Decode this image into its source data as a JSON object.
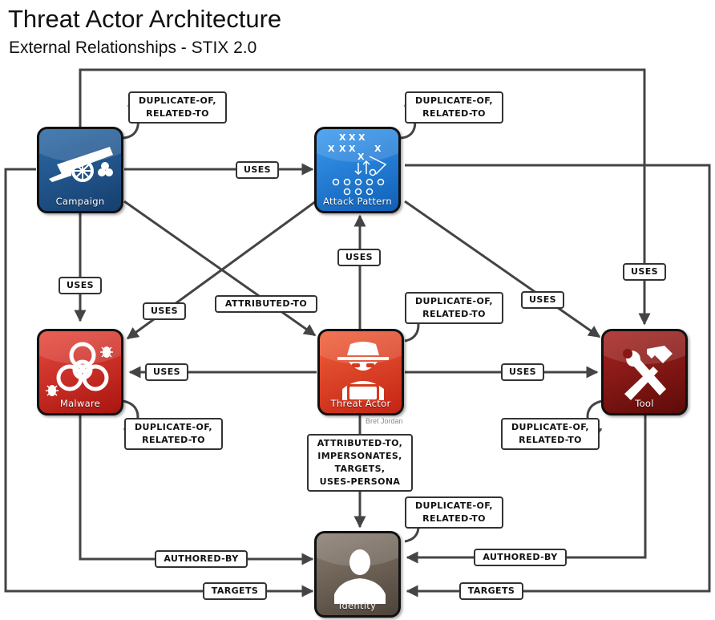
{
  "title": "Threat Actor Architecture",
  "subtitle": "External Relationships - STIX 2.0",
  "author": "Bret Jordan",
  "nodes": {
    "campaign": "Campaign",
    "attack_pattern": "Attack Pattern",
    "malware": "Malware",
    "threat_actor": "Threat Actor",
    "tool": "Tool",
    "identity": "Identity"
  },
  "relationships": {
    "dup_campaign": "DUPLICATE-OF,\nRELATED-TO",
    "dup_attack_pattern": "DUPLICATE-OF,\nRELATED-TO",
    "dup_threat_actor": "DUPLICATE-OF,\nRELATED-TO",
    "dup_malware": "DUPLICATE-OF,\nRELATED-TO",
    "dup_tool": "DUPLICATE-OF,\nRELATED-TO",
    "dup_identity": "DUPLICATE-OF,\nRELATED-TO",
    "campaign_uses_attack_pattern": "USES",
    "campaign_uses_malware": "USES",
    "attack_pattern_uses_malware": "USES",
    "campaign_attributed_to": "ATTRIBUTED-TO",
    "threat_actor_uses_attack_pattern": "USES",
    "attack_pattern_uses_tool": "USES",
    "campaign_uses_tool": "USES",
    "threat_actor_uses_malware": "USES",
    "threat_actor_uses_tool": "USES",
    "threat_actor_identity": "ATTRIBUTED-TO,\nIMPERSONATES,\nTARGETS,\nUSES-PERSONA",
    "malware_authored_by": "AUTHORED-BY",
    "tool_authored_by": "AUTHORED-BY",
    "campaign_targets": "TARGETS",
    "attack_pattern_targets": "TARGETS"
  },
  "colors": {
    "campaign": "#1d4f86",
    "attack_pattern": "#1a78d8",
    "malware": "#cc2a22",
    "threat_actor": "#d63a1c",
    "tool": "#8a1512",
    "identity": "#6e6256",
    "line": "#444444"
  },
  "icons": {
    "campaign": "cannon-icon",
    "attack_pattern": "play-diagram-icon",
    "malware": "biohazard-icon",
    "threat_actor": "spy-icon",
    "tool": "hammer-wrench-icon",
    "identity": "person-silhouette-icon"
  }
}
